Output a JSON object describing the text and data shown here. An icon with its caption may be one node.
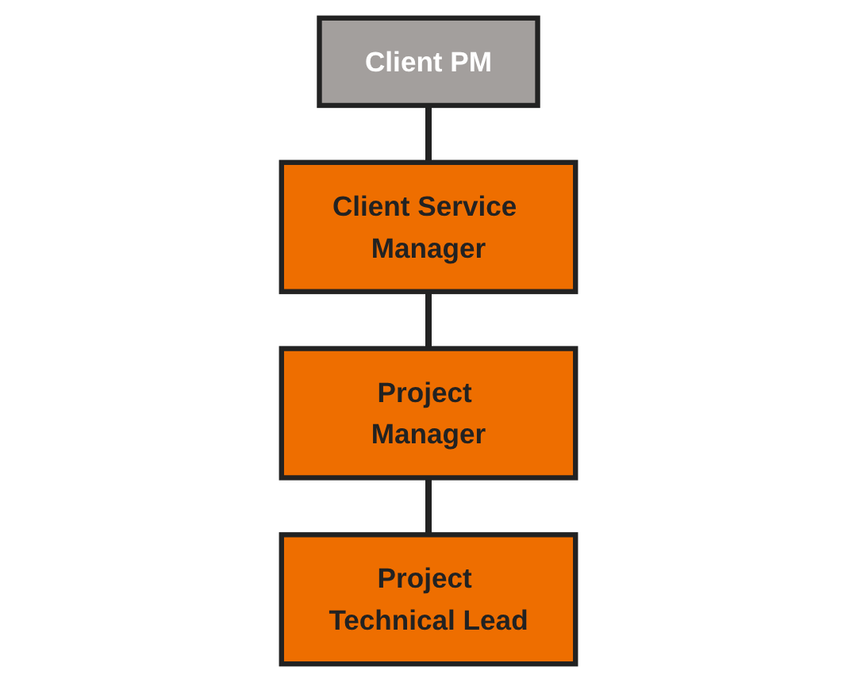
{
  "diagram": {
    "nodes": [
      {
        "text": [
          "Client PM"
        ]
      },
      {
        "text": [
          "Client Service Manager"
        ]
      },
      {
        "text": [
          "Project Manager"
        ]
      },
      {
        "text": [
          "Project Technical Lead"
        ]
      }
    ],
    "edges": [
      {
        "from": 0,
        "to": 1,
        "arrow": "none"
      },
      {
        "from": 1,
        "to": 2,
        "arrow": "none"
      },
      {
        "from": 2,
        "to": 3,
        "arrow": "none"
      }
    ]
  }
}
